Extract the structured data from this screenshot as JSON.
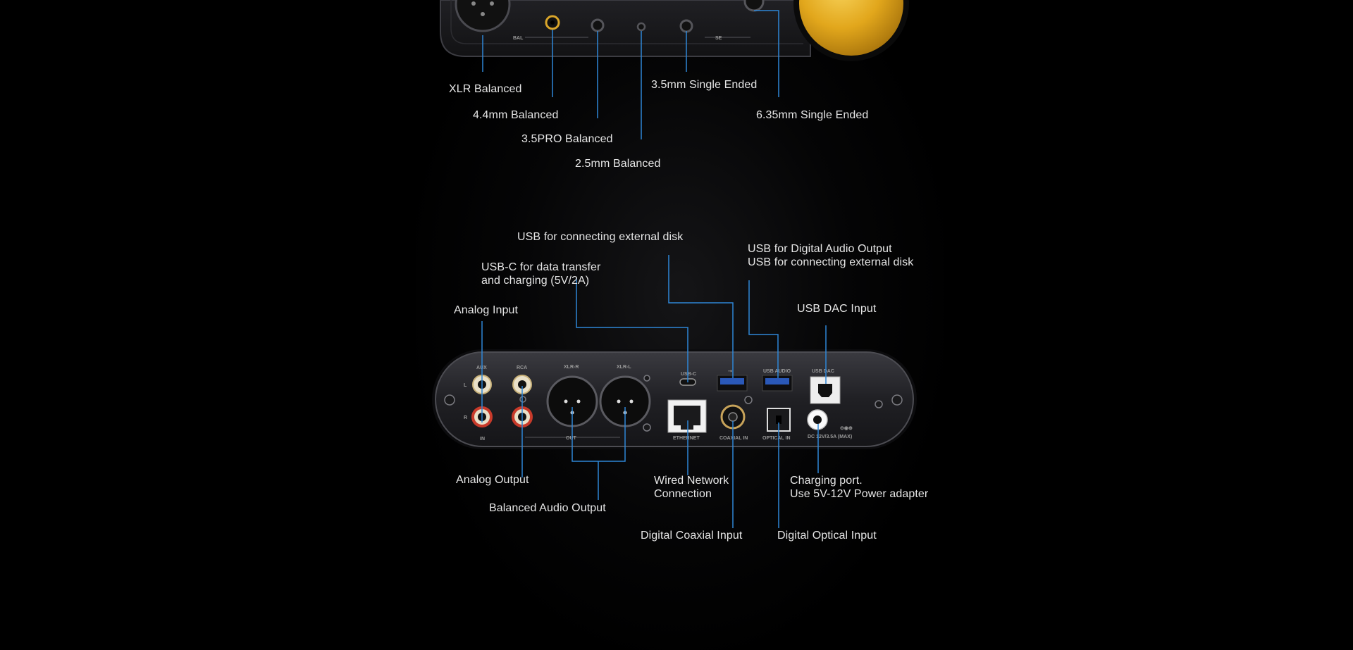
{
  "top_labels": {
    "xlr_balanced": "XLR Balanced",
    "bal_4_4": "4.4mm Balanced",
    "pro_3_5": "3.5PRO Balanced",
    "bal_2_5": "2.5mm Balanced",
    "se_3_5": "3.5mm Single Ended",
    "se_6_35": "6.35mm Single Ended"
  },
  "top_panel_marks": {
    "bal": "BAL",
    "se": "SE"
  },
  "bottom_labels": {
    "usb_disk": "USB for connecting external disk",
    "usb_c_line1": "USB-C for data transfer",
    "usb_c_line2": "and charging (5V/2A)",
    "usb_audio_line1": "USB for Digital Audio Output",
    "usb_audio_line2": "USB for connecting external disk",
    "analog_input": "Analog Input",
    "usb_dac_input": "USB DAC Input",
    "analog_output": "Analog Output",
    "balanced_output": "Balanced Audio Output",
    "wired_line1": "Wired Network",
    "wired_line2": "Connection",
    "charging_line1": "Charging port.",
    "charging_line2": "Use 5V-12V Power adapter",
    "coaxial_input": "Digital Coaxial Input",
    "optical_input": "Digital Optical Input"
  },
  "panel_marks": {
    "aux": "AUX",
    "l": "L",
    "r": "R",
    "in": "IN",
    "rca": "RCA",
    "xlr_r": "XLR-R",
    "xlr_l": "XLR-L",
    "out": "OUT",
    "usb_c": "USB-C",
    "usb_audio": "USB AUDIO",
    "usb_dac": "USB DAC",
    "ethernet": "ETHERNET",
    "coaxial_in": "COAXIAL IN",
    "optical_in": "OPTICAL IN",
    "dc": "DC 12V/3.5A (MAX)"
  },
  "colors": {
    "leader_line": "#2e86d6",
    "gold_knob": "#e2a71c",
    "panel": "#222226"
  }
}
